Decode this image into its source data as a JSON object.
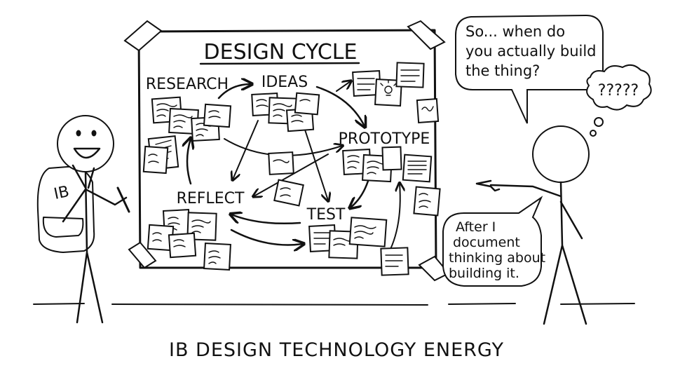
{
  "board": {
    "title": "DESIGN CYCLE",
    "stages": {
      "research": "RESEARCH",
      "ideas": "IDEAS",
      "prototype": "PROTOTYPE",
      "test": "TEST",
      "reflect": "REFLECT"
    }
  },
  "student": {
    "backpack_label": "IB"
  },
  "speech": {
    "question": [
      "So... when do",
      "you actually build",
      "the thing?"
    ],
    "thought": "?????",
    "answer": [
      "After I",
      "document",
      "thinking about",
      "building it."
    ]
  },
  "caption": "IB DESIGN TECHNOLOGY ENERGY"
}
